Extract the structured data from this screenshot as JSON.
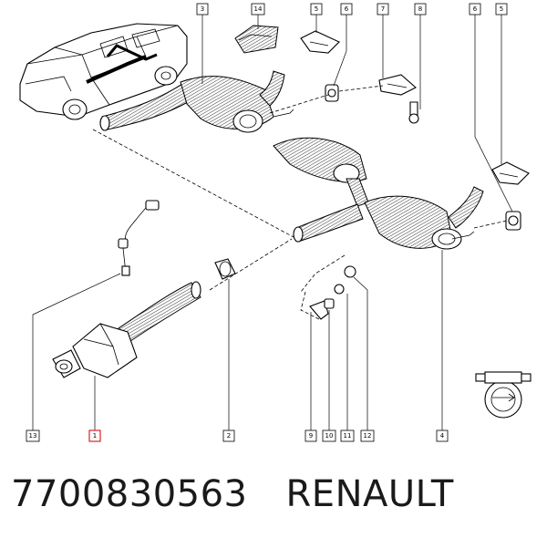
{
  "callouts": [
    {
      "id": "c3",
      "label": "3"
    },
    {
      "id": "c14",
      "label": "14"
    },
    {
      "id": "c5a",
      "label": "5"
    },
    {
      "id": "c6a",
      "label": "6"
    },
    {
      "id": "c7",
      "label": "7"
    },
    {
      "id": "c8",
      "label": "8"
    },
    {
      "id": "c6b",
      "label": "6"
    },
    {
      "id": "c5b",
      "label": "5"
    },
    {
      "id": "c13",
      "label": "13"
    },
    {
      "id": "c1",
      "label": "1",
      "highlighted": true
    },
    {
      "id": "c2",
      "label": "2"
    },
    {
      "id": "c9",
      "label": "9"
    },
    {
      "id": "c10",
      "label": "10"
    },
    {
      "id": "c11",
      "label": "11"
    },
    {
      "id": "c12",
      "label": "12"
    },
    {
      "id": "c4",
      "label": "4"
    }
  ],
  "caption": {
    "part_number": "7700830563",
    "brand": "RENAULT"
  },
  "colors": {
    "line": "#000000",
    "highlight": "#dd2222",
    "caption_text": "#1a1a1a"
  }
}
